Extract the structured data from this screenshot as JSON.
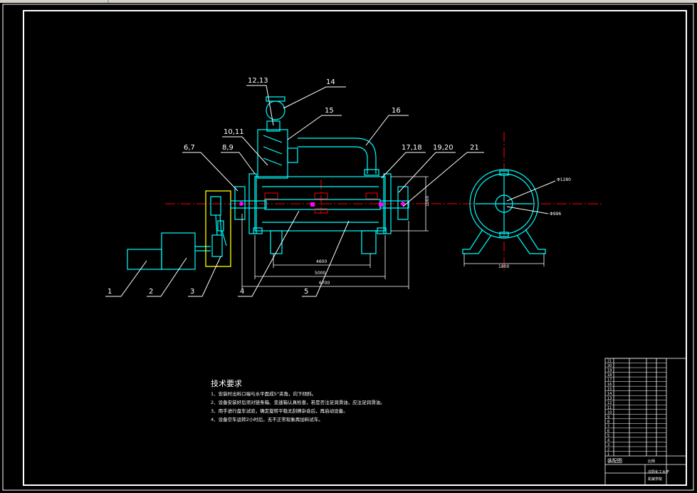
{
  "colors": {
    "background": "#000000",
    "part_lines": "#00ffff",
    "leader_lines": "#ffffff",
    "center_lines": "#ff0000",
    "highlight": "#ffff00",
    "dimension_lines": "#ffffff",
    "accent_magenta": "#ff00ff",
    "frame": "#ffffff"
  },
  "callouts": {
    "c1": "1",
    "c2": "2",
    "c3": "3",
    "c4": "4",
    "c5": "5",
    "c6_7": "6,7",
    "c8_9": "8,9",
    "c10_11": "10,11",
    "c12_13": "12,13",
    "c14": "14",
    "c15": "15",
    "c16": "16",
    "c17_18": "17,18",
    "c19_20": "19,20",
    "c21": "21"
  },
  "dimensions": {
    "d4600": "4600",
    "d5000": "5000",
    "d6700": "6700",
    "d1800": "1800",
    "dheight": "1000",
    "phi1": "Φ1280",
    "phi2": "Φ996"
  },
  "notes": {
    "title": "技术要求",
    "lines": [
      "1、安装时出料口端与水平面成5°夹角，向下倾斜。",
      "2、设备安装好后须对链条箱、变速箱认真检查，若是否注足润滑油，应注足润滑油。",
      "3、用手进行盘车试验，确定旋转平稳无刮擦杂音后，再启动设备。",
      "4、设备空车运转2小时后，无不正常现象再加料试车。"
    ]
  },
  "title_block": {
    "drawing_name": "装配图",
    "scale": "比例",
    "school": "沈阳化工大学",
    "dept": "机械学院",
    "row_numbers": [
      "21",
      "20",
      "19",
      "18",
      "17",
      "16",
      "15",
      "14",
      "13",
      "12",
      "11",
      "10",
      "9",
      "8",
      "7",
      "6",
      "5",
      "4",
      "3",
      "2",
      "1"
    ]
  }
}
